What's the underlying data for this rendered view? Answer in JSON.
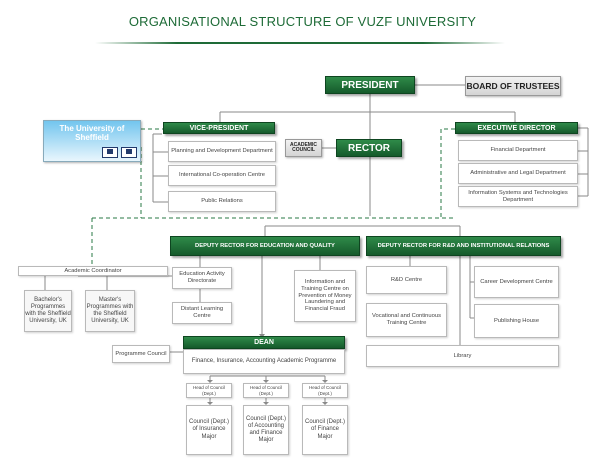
{
  "title": "ORGANISATIONAL STRUCTURE OF VUZF UNIVERSITY",
  "president": "PRESIDENT",
  "board": "BOARD OF TRUSTEES",
  "sheffield": "The University of Sheffield",
  "vice_president": {
    "label": "VICE-PRESIDENT",
    "units": [
      "Planning and Development Department",
      "International Co-operation Centre",
      "Public Relations"
    ]
  },
  "academic_council": "ACADEMIC COUNCIL",
  "rector": "RECTOR",
  "executive_director": {
    "label": "EXECUTIVE DIRECTOR",
    "units": [
      "Financial Department",
      "Administrative and Legal Department",
      "Information Systems and Technologies Department"
    ]
  },
  "deputy_edu": "DEPUTY RECTOR FOR EDUCATION AND QUALITY",
  "deputy_rd": "DEPUTY RECTOR FOR R&D AND INSTITUTIONAL RELATIONS",
  "academic_coordinator": "Academic Coordinator",
  "bachelor": "Bachelor's Programmes with the Sheffield University, UK",
  "master": "Master's Programmes with the Sheffield University, UK",
  "edu_directorate": "Education Activity Directorate",
  "distant_learning": "Distant Learning Centre",
  "money_laundering": "Information and Training Centre on Prevention of Money Laundering and Financial Fraud",
  "rd_centre": "R&D Centre",
  "career_centre": "Career Development Centre",
  "vocational": "Vocational and Continuous Training Centre",
  "publishing": "Publishing House",
  "library": "Library",
  "dean": "DEAN",
  "programme": "Finance, Insurance, Accounting Academic Programme",
  "programme_council": "Programme Council",
  "head_of_council": "Head of Council (Dept.)",
  "councils": [
    "Council (Dept.) of Insurance Major",
    "Council (Dept.) of Accounting and Finance Major",
    "Council (Dept.) of Finance Major"
  ],
  "colors": {
    "green": "#1e6b37",
    "grey_line": "#8a8a8a"
  }
}
